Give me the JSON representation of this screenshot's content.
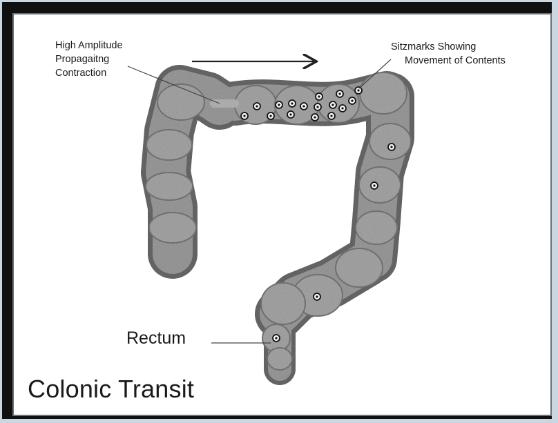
{
  "diagram": {
    "title": "Colonic Transit",
    "labels": {
      "hapc": [
        "High Amplitude",
        "Propagaitng",
        "Contraction"
      ],
      "sitzmarks": [
        "Sitzmarks Showing",
        "Movement of Contents"
      ],
      "rectum": "Rectum"
    },
    "colors": {
      "background": "#c9d7e3",
      "frame": "#101010",
      "panel": "#ffffff",
      "colon": "#8f8f8f",
      "text": "#1a1a1a"
    },
    "icons": {
      "marker": "sitzmark-marker-icon",
      "arrow": "direction-arrow-icon"
    }
  }
}
